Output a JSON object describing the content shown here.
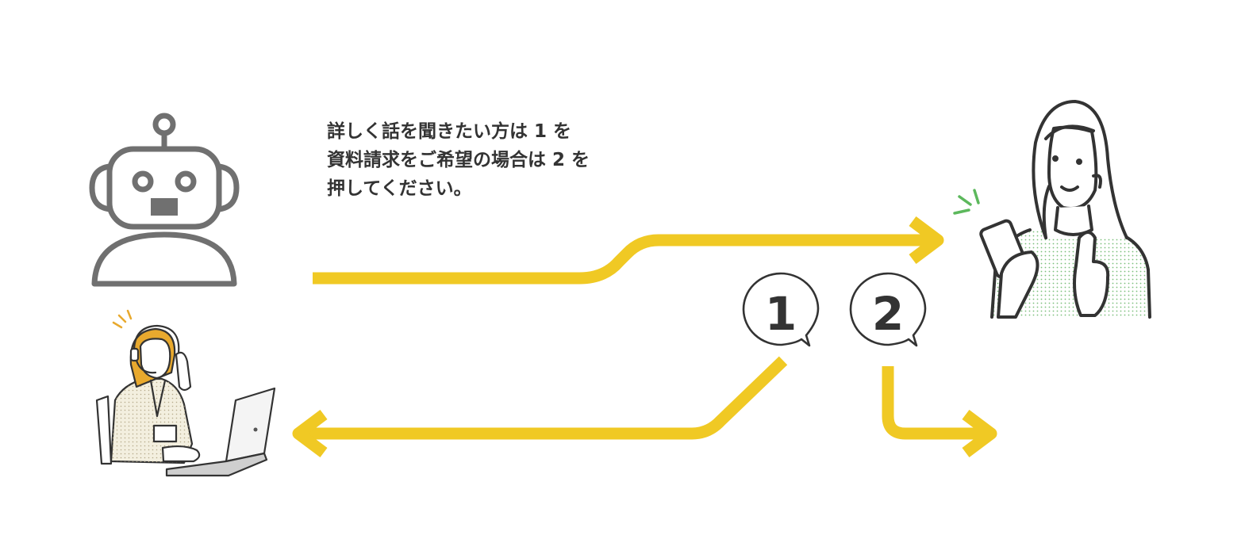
{
  "message": {
    "line1": "詳しく話を聞きたい方は 1 を",
    "line2": "資料請求をご希望の場合は 2 を",
    "line3": "押してください。"
  },
  "options": [
    {
      "label": "1"
    },
    {
      "label": "2"
    }
  ],
  "colors": {
    "arrow": "#F0C924",
    "line": "#3a3a3a",
    "robot": "#707070",
    "hair_operator": "#E8A92E",
    "accent_green": "#5CB85C",
    "text": "#333333"
  },
  "icons": [
    "robot-icon",
    "operator-icon",
    "smartphone-user-icon"
  ]
}
